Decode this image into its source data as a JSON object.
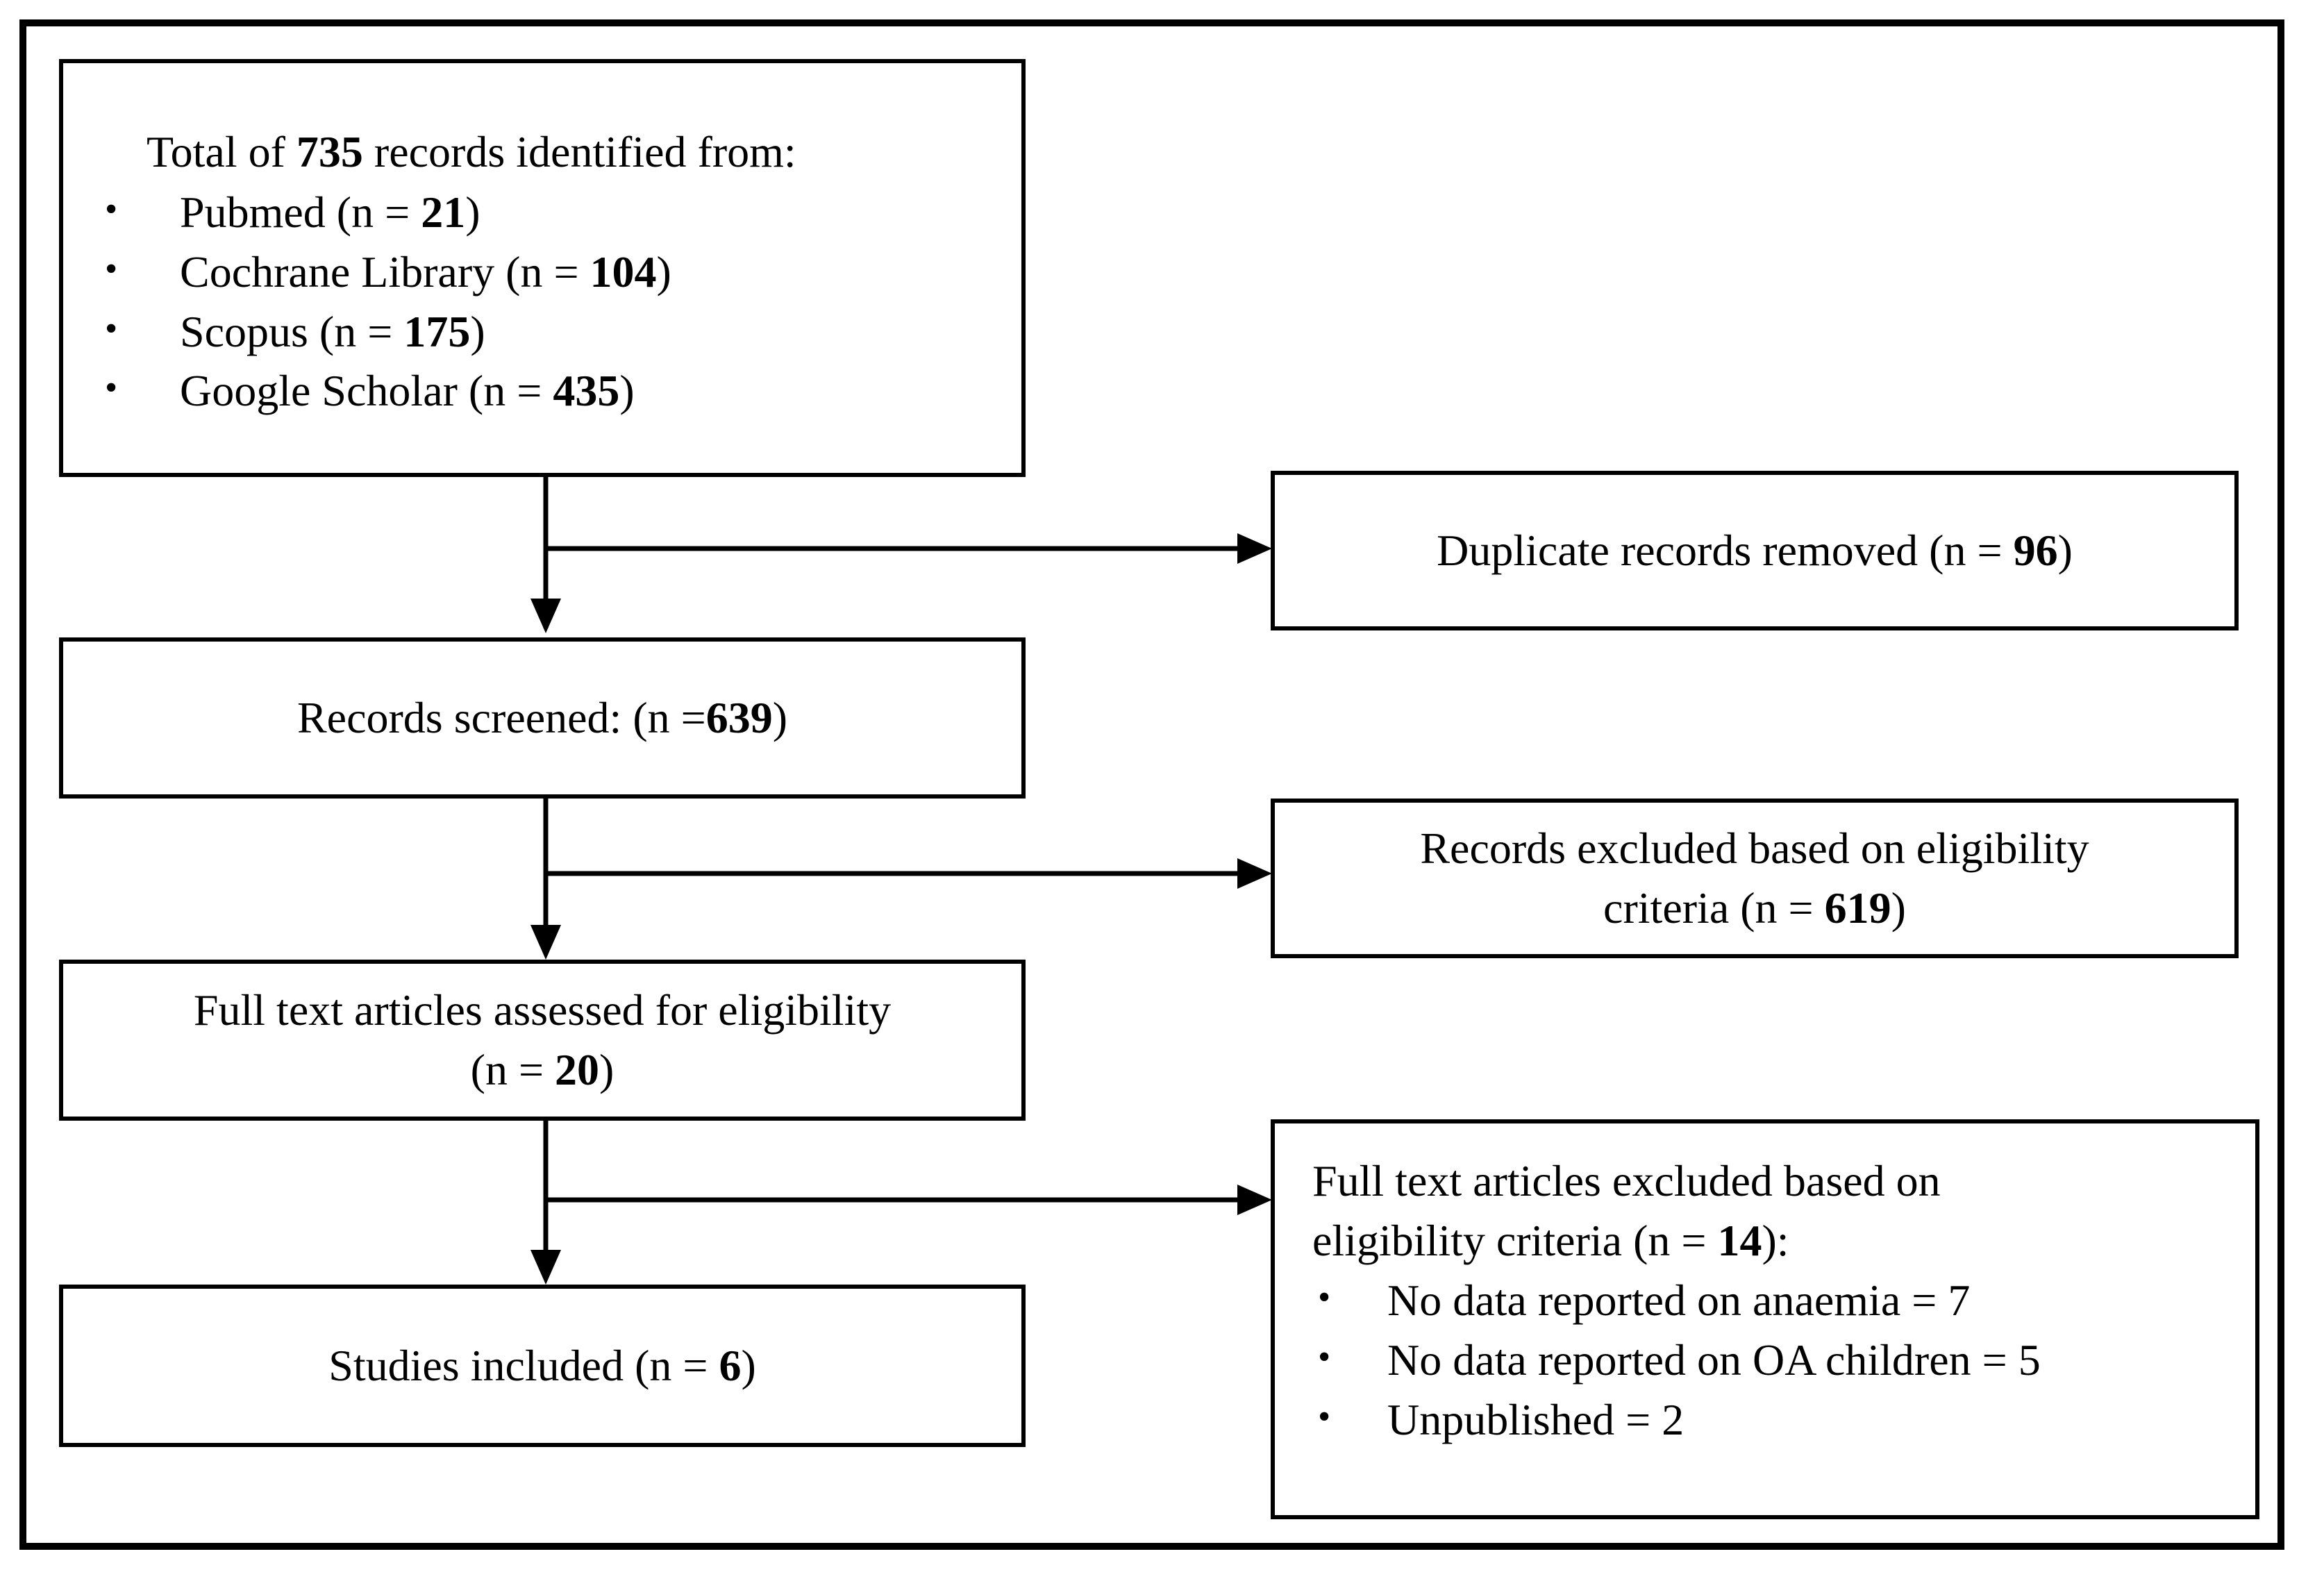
{
  "identification": {
    "title_pre": "Total of ",
    "title_num": "735",
    "title_post": " records identified from:",
    "sources": [
      {
        "pre": "Pubmed (n = ",
        "num": "21",
        "post": ")"
      },
      {
        "pre": "Cochrane Library (n = ",
        "num": "104",
        "post": ")"
      },
      {
        "pre": "Scopus (n = ",
        "num": "175",
        "post": ")"
      },
      {
        "pre": "Google Scholar (n = ",
        "num": "435",
        "post": ")"
      }
    ]
  },
  "duplicates": {
    "pre": "Duplicate records removed (n = ",
    "num": "96",
    "post": ")"
  },
  "screened": {
    "pre": "Records screened: (n =",
    "num": "639",
    "post": ")"
  },
  "excluded_records": {
    "line1": "Records excluded based on eligibility",
    "pre": "criteria (n = ",
    "num": "619",
    "post": ")"
  },
  "fulltext": {
    "line1": "Full text articles assessed for eligibility",
    "pre": "(n = ",
    "num": "20",
    "post": ")"
  },
  "included": {
    "pre": "Studies included (n = ",
    "num": "6",
    "post": ")"
  },
  "excluded_fulltext": {
    "line1": "Full text articles excluded based on",
    "pre": "eligibility criteria (n = ",
    "num": "14",
    "post": "):",
    "reasons": [
      "No data reported on anaemia = 7",
      "No data reported on OA children = 5",
      "Unpublished = 2"
    ]
  },
  "bullet_char": "•"
}
